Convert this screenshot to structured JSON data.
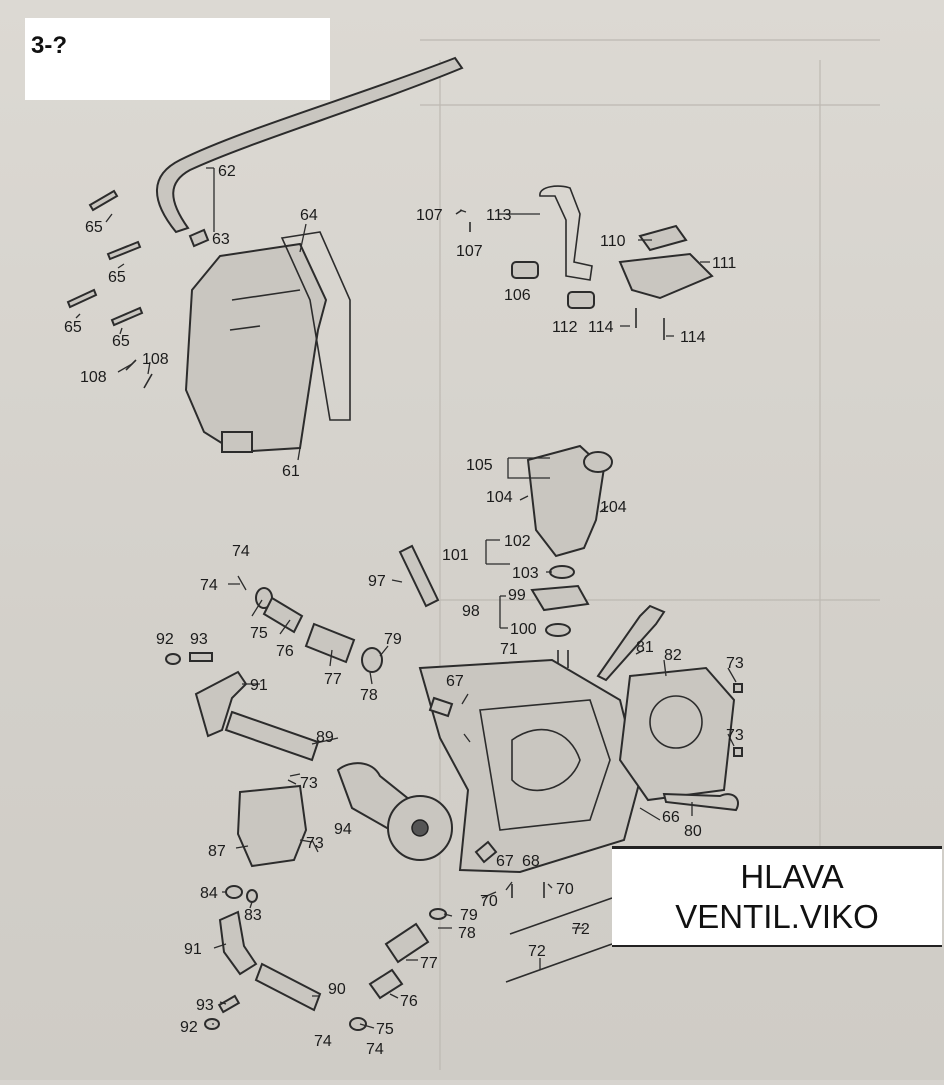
{
  "page_label": "3-?",
  "title_box": {
    "line1": "HLAVA",
    "line2": "VENTIL.VIKO"
  },
  "callouts": {
    "c61": "61",
    "c62": "62",
    "c63": "63",
    "c64": "64",
    "c65a": "65",
    "c65b": "65",
    "c65c": "65",
    "c65d": "65",
    "c66": "66",
    "c67a": "67",
    "c67b": "67",
    "c68": "68",
    "c70a": "70",
    "c70b": "70",
    "c71": "71",
    "c72a": "72",
    "c72b": "72",
    "c73a": "73",
    "c73b": "73",
    "c73c": "73",
    "c73d": "73",
    "c74a": "74",
    "c74b": "74",
    "c74c": "74",
    "c74d": "74",
    "c75a": "75",
    "c75b": "75",
    "c76a": "76",
    "c76b": "76",
    "c77a": "77",
    "c77b": "77",
    "c78a": "78",
    "c78b": "78",
    "c79a": "79",
    "c79b": "79",
    "c80": "80",
    "c81": "81",
    "c82": "82",
    "c83": "83",
    "c84": "84",
    "c87": "87",
    "c89": "89",
    "c90": "90",
    "c91a": "91",
    "c91b": "91",
    "c92a": "92",
    "c92b": "92",
    "c93a": "93",
    "c93b": "93",
    "c94": "94",
    "c97": "97",
    "c98": "98",
    "c99": "99",
    "c100": "100",
    "c101": "101",
    "c102": "102",
    "c103": "103",
    "c104a": "104",
    "c104b": "104",
    "c105": "105",
    "c106": "106",
    "c107a": "107",
    "c107b": "107",
    "c108a": "108",
    "c108b": "108",
    "c110": "110",
    "c111": "111",
    "c112": "112",
    "c113": "113",
    "c114a": "114",
    "c114b": "114"
  }
}
